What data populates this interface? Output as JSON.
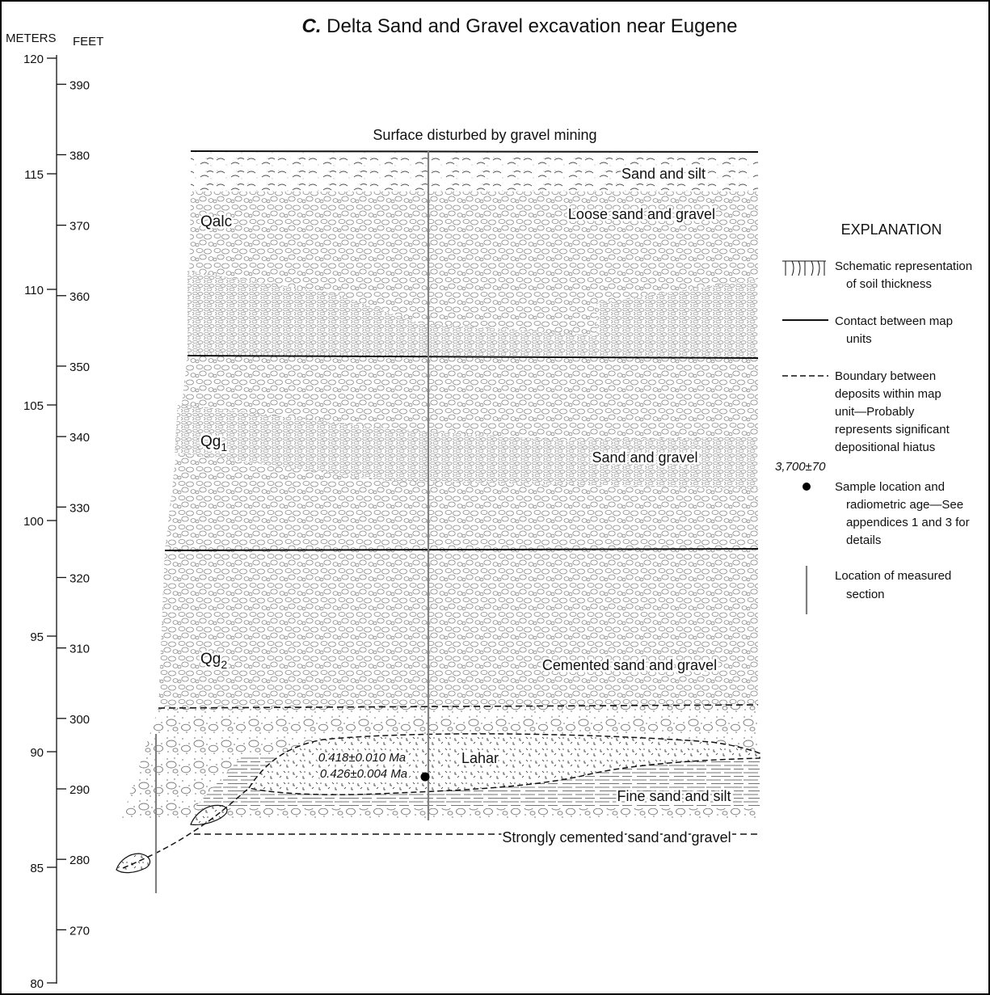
{
  "title": {
    "prefix": "C.",
    "text": " Delta Sand and Gravel excavation near Eugene"
  },
  "scale": {
    "meters_label": "METERS",
    "feet_label": "FEET",
    "meters_ticks": [
      {
        "value": 120,
        "label": "120"
      },
      {
        "value": 115,
        "label": "115"
      },
      {
        "value": 110,
        "label": "110"
      },
      {
        "value": 105,
        "label": "105"
      },
      {
        "value": 100,
        "label": "100"
      },
      {
        "value": 95,
        "label": "95"
      },
      {
        "value": 90,
        "label": "90"
      },
      {
        "value": 85,
        "label": "85"
      },
      {
        "value": 80,
        "label": "80"
      }
    ],
    "feet_ticks": [
      {
        "value": 390,
        "label": "390"
      },
      {
        "value": 380,
        "label": "380"
      },
      {
        "value": 370,
        "label": "370"
      },
      {
        "value": 360,
        "label": "360"
      },
      {
        "value": 350,
        "label": "350"
      },
      {
        "value": 340,
        "label": "340"
      },
      {
        "value": 330,
        "label": "330"
      },
      {
        "value": 320,
        "label": "320"
      },
      {
        "value": 310,
        "label": "310"
      },
      {
        "value": 300,
        "label": "300"
      },
      {
        "value": 290,
        "label": "290"
      },
      {
        "value": 280,
        "label": "280"
      },
      {
        "value": 270,
        "label": "270"
      }
    ]
  },
  "section": {
    "surface_label": "Surface disturbed by gravel mining",
    "units": {
      "qalc": {
        "base": "Qalc",
        "sub": ""
      },
      "qg1": {
        "base": "Qg",
        "sub": "1"
      },
      "qg2": {
        "base": "Qg",
        "sub": "2"
      }
    },
    "layer_labels": {
      "sand_silt": "Sand and silt",
      "loose": "Loose sand and gravel",
      "sand_gravel": "Sand and gravel",
      "cemented": "Cemented sand and gravel",
      "lahar": "Lahar",
      "fine": "Fine sand and silt",
      "strongly": "Strongly cemented sand and gravel"
    },
    "ages": [
      "0.418±0.010 Ma",
      "0.426±0.004 Ma"
    ]
  },
  "explanation": {
    "title": "EXPLANATION",
    "soil": [
      "Schematic representation",
      "of soil thickness"
    ],
    "contact": [
      "Contact between map",
      "units"
    ],
    "boundary": [
      "Boundary between",
      "deposits within map",
      "unit—Probably",
      "represents significant",
      "depositional hiatus"
    ],
    "age_example": "3,700±70",
    "sample": [
      "Sample location and",
      "radiometric age—See",
      "appendices 1 and 3 for",
      "details"
    ],
    "measured": [
      "Location of measured",
      "section"
    ]
  },
  "colors": {
    "ink": "#111111",
    "gravel_stroke": "#8a8a8a",
    "sand_dot": "#9a9a9a",
    "section_line": "#808080"
  }
}
